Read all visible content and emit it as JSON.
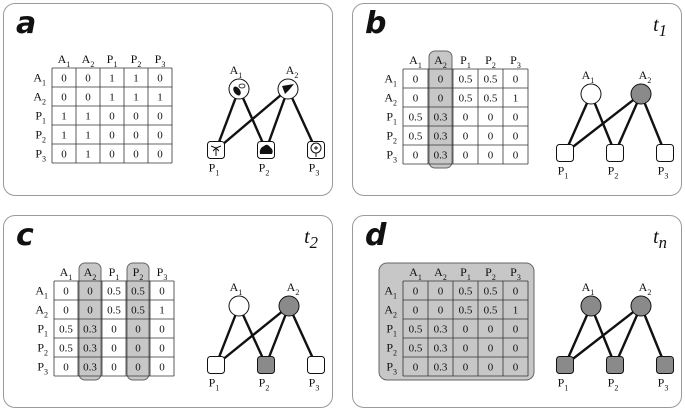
{
  "labels": {
    "a": "a",
    "b": "b",
    "c": "c",
    "d": "d"
  },
  "times": {
    "b": "t",
    "b_sub": "1",
    "c": "t",
    "c_sub": "2",
    "d": "t",
    "d_sub": "n"
  },
  "nodes": {
    "animals": [
      {
        "letter": "A",
        "sub": "1"
      },
      {
        "letter": "A",
        "sub": "2"
      }
    ],
    "plants": [
      {
        "letter": "P",
        "sub": "1"
      },
      {
        "letter": "P",
        "sub": "2"
      },
      {
        "letter": "P",
        "sub": "3"
      }
    ]
  },
  "edges": [
    [
      0,
      0
    ],
    [
      0,
      1
    ],
    [
      1,
      0
    ],
    [
      1,
      1
    ],
    [
      1,
      2
    ]
  ],
  "matrix_a": [
    [
      "0",
      "0",
      "1",
      "1",
      "0"
    ],
    [
      "0",
      "0",
      "1",
      "1",
      "1"
    ],
    [
      "1",
      "1",
      "0",
      "0",
      "0"
    ],
    [
      "1",
      "1",
      "0",
      "0",
      "0"
    ],
    [
      "0",
      "1",
      "0",
      "0",
      "0"
    ]
  ],
  "matrix_t": [
    [
      "0",
      "0",
      "0.5",
      "0.5",
      "0"
    ],
    [
      "0",
      "0",
      "0.5",
      "0.5",
      "1"
    ],
    [
      "0.5",
      "0.3",
      "0",
      "0",
      "0"
    ],
    [
      "0.5",
      "0.3",
      "0",
      "0",
      "0"
    ],
    [
      "0",
      "0.3",
      "0",
      "0",
      "0"
    ]
  ],
  "colors": {
    "gray": "#c7c7c7",
    "dark": "#8a8a8a",
    "border": "#9a9a9a"
  },
  "icons": {
    "A1": "insect-icon",
    "A2": "hummingbird-icon",
    "P1": "palm-tree-icon",
    "P2": "bush-icon",
    "P3": "round-tree-icon"
  },
  "states": {
    "b": {
      "animals_filled": [
        false,
        true
      ],
      "plants_filled": [
        false,
        false,
        false
      ]
    },
    "c": {
      "animals_filled": [
        false,
        true
      ],
      "plants_filled": [
        false,
        true,
        false
      ]
    },
    "d": {
      "animals_filled": [
        true,
        true
      ],
      "plants_filled": [
        true,
        true,
        true
      ]
    }
  }
}
